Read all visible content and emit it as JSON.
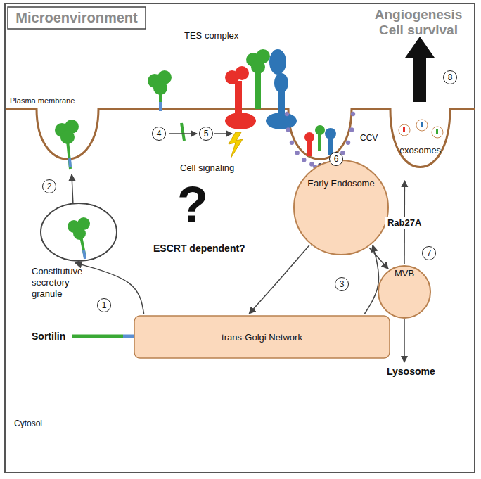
{
  "diagram": {
    "nodes": [
      {
        "text": [
          "Microenvironment"
        ]
      },
      {
        "text": [
          "Constitutuve secretory granule"
        ]
      },
      {
        "text": [
          "trans-Golgi Network"
        ]
      },
      {
        "text": [
          "Early Endosome"
        ]
      },
      {
        "text": [
          "MVB"
        ]
      },
      {
        "text": [
          "exosomes"
        ]
      }
    ],
    "edges": [
      {
        "from": 2,
        "to": 1,
        "arrow": "to"
      },
      {
        "from": 2,
        "to": 3,
        "arrow": "to"
      },
      {
        "from": 3,
        "to": 2,
        "arrow": "to"
      },
      {
        "from": 3,
        "to": 4,
        "arrow": "to"
      },
      {
        "from": 4,
        "to": 5,
        "label": "Rab27A",
        "arrow": "to"
      }
    ],
    "labels": [
      "TES complex",
      "Angiogenesis Cell survival",
      "Plasma membrane",
      "Cell signaling",
      "CCV",
      "?",
      "ESCRT dependent?",
      "Sortilin",
      "Cytosol",
      "Lysosome",
      "1",
      "2",
      "3",
      "4",
      "5",
      "6",
      "7",
      "8"
    ]
  }
}
